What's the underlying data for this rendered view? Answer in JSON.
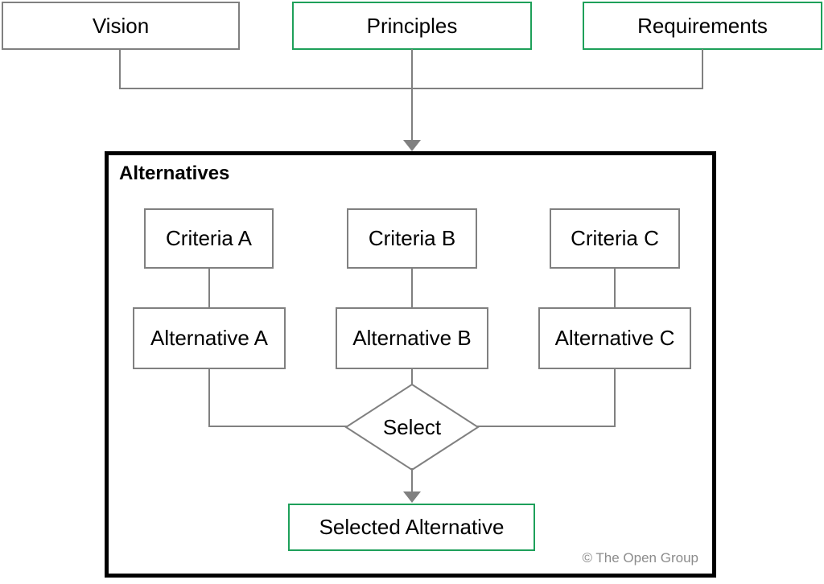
{
  "diagram": {
    "inputs": [
      {
        "label": "Vision",
        "border": "gray"
      },
      {
        "label": "Principles",
        "border": "green"
      },
      {
        "label": "Requirements",
        "border": "green"
      }
    ],
    "container": {
      "title": "Alternatives"
    },
    "criteria": [
      {
        "label": "Criteria A"
      },
      {
        "label": "Criteria B"
      },
      {
        "label": "Criteria C"
      }
    ],
    "alternatives": [
      {
        "label": "Alternative A"
      },
      {
        "label": "Alternative B"
      },
      {
        "label": "Alternative C"
      }
    ],
    "decision": {
      "label": "Select"
    },
    "result": {
      "label": "Selected Alternative"
    },
    "copyright": "© The Open Group",
    "colors": {
      "accent_green": "#1EA05A",
      "line_gray": "#808080",
      "border_black": "#000000",
      "copyright_gray": "#8C8C8C"
    }
  }
}
